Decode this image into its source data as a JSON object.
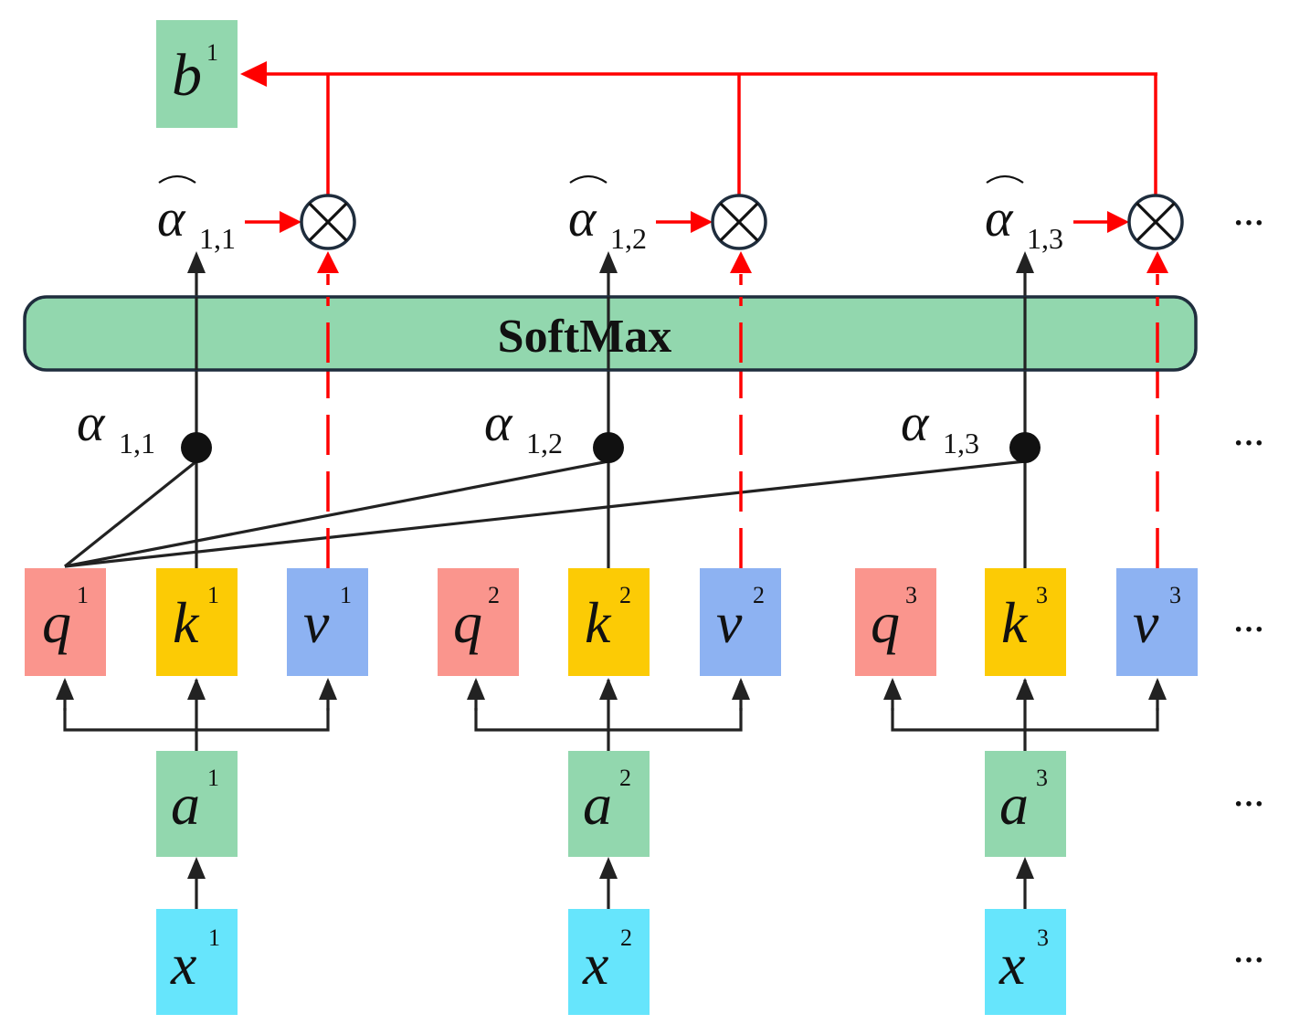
{
  "colors": {
    "query": "#fa958d",
    "key": "#fccb05",
    "value": "#8db2f2",
    "embedding": "#92d7ae",
    "input": "#66e5fc",
    "output": "#92d7ae",
    "softmax": "#92d7ae",
    "flow_black": "#222222",
    "flow_red": "#ff0000"
  },
  "output": {
    "base": "b",
    "sup": "1"
  },
  "softmax_label": "SoftMax",
  "columns": [
    {
      "q": {
        "base": "q",
        "sup": "1"
      },
      "k": {
        "base": "k",
        "sup": "1"
      },
      "v": {
        "base": "v",
        "sup": "1"
      },
      "a": {
        "base": "a",
        "sup": "1"
      },
      "x": {
        "base": "x",
        "sup": "1"
      },
      "alpha": {
        "base": "α",
        "sub": "1,1"
      },
      "alpha_hat": {
        "base": "α",
        "sub": "1,1"
      }
    },
    {
      "q": {
        "base": "q",
        "sup": "2"
      },
      "k": {
        "base": "k",
        "sup": "2"
      },
      "v": {
        "base": "v",
        "sup": "2"
      },
      "a": {
        "base": "a",
        "sup": "2"
      },
      "x": {
        "base": "x",
        "sup": "2"
      },
      "alpha": {
        "base": "α",
        "sub": "1,2"
      },
      "alpha_hat": {
        "base": "α",
        "sub": "1,2"
      }
    },
    {
      "q": {
        "base": "q",
        "sup": "3"
      },
      "k": {
        "base": "k",
        "sup": "3"
      },
      "v": {
        "base": "v",
        "sup": "3"
      },
      "a": {
        "base": "a",
        "sup": "3"
      },
      "x": {
        "base": "x",
        "sup": "3"
      },
      "alpha": {
        "base": "α",
        "sub": "1,3"
      },
      "alpha_hat": {
        "base": "α",
        "sub": "1,3"
      }
    }
  ],
  "ellipsis": "···",
  "icons": {
    "multiply": "circle-times-icon",
    "dot": "dot-product-node-icon"
  }
}
